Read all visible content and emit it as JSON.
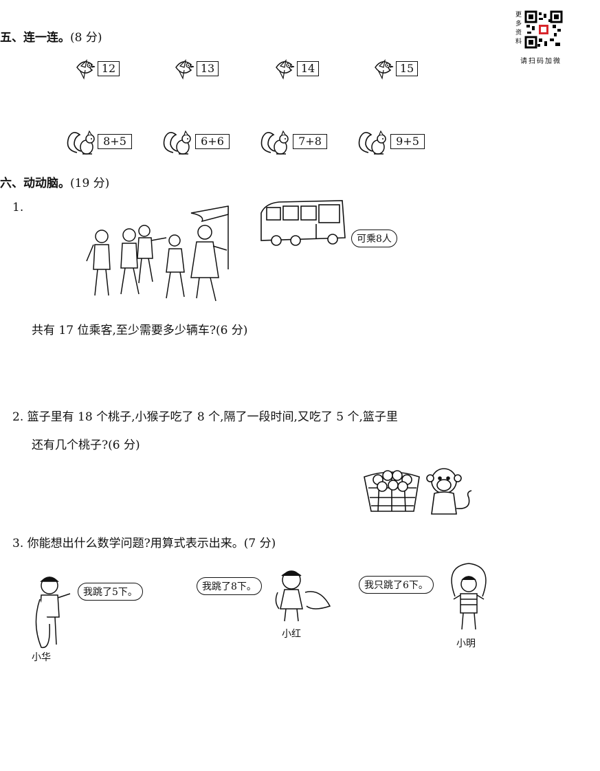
{
  "qr": {
    "side_text": "更多资料",
    "caption": "请扫码加微"
  },
  "section5": {
    "title": "五、连一连。",
    "points": "(8 分)",
    "birds": [
      "12",
      "13",
      "14",
      "15"
    ],
    "squirrels": [
      "8+5",
      "6+6",
      "7+8",
      "9+5"
    ]
  },
  "section6": {
    "title": "六、动动脑。",
    "points": "(19 分)"
  },
  "q1": {
    "number": "1.",
    "bus_label": "可乘8人",
    "question": "共有 17 位乘客,至少需要多少辆车?(6 分)"
  },
  "q2": {
    "line1": "2. 篮子里有 18 个桃子,小猴子吃了 8 个,隔了一段时间,又吃了 5 个,篮子里",
    "line2": "还有几个桃子?(6 分)"
  },
  "q3": {
    "text": "3. 你能想出什么数学问题?用算式表示出来。(7 分)",
    "kids": [
      {
        "speech": "我跳了5下。",
        "name": "小华"
      },
      {
        "speech": "我跳了8下。",
        "name": "小红"
      },
      {
        "speech": "我只跳了6下。",
        "name": "小明"
      }
    ]
  }
}
